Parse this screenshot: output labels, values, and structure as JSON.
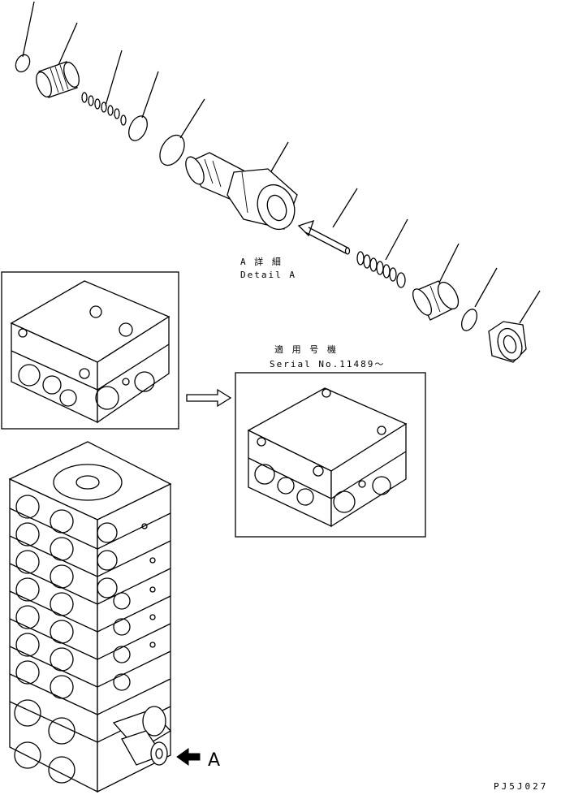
{
  "detail_a": {
    "title_jp": "A 詳 細",
    "title_en": "Detail A"
  },
  "serial_note": {
    "title_jp": "適 用 号 機",
    "serial": "Serial No.11489～"
  },
  "view_marker": "A",
  "drawing_code": "PJ5J027"
}
